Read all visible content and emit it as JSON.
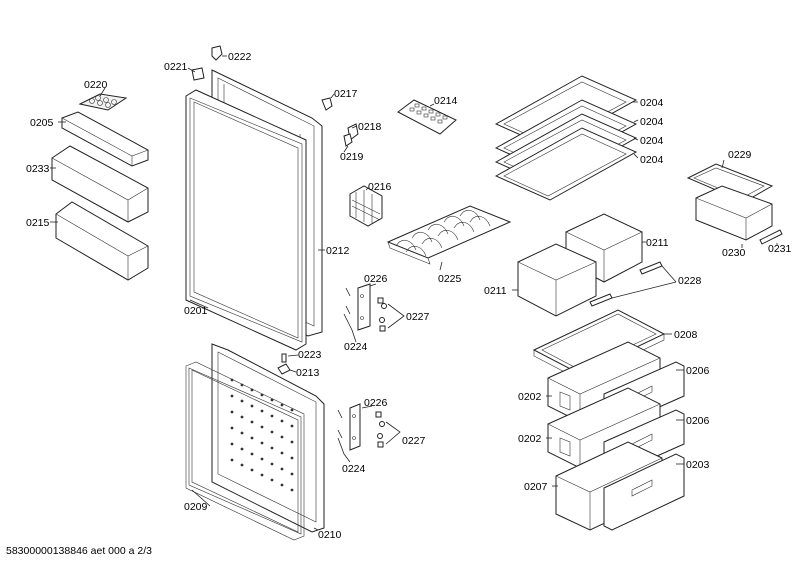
{
  "labels": {
    "l0220": "0220",
    "l0205": "0205",
    "l0233": "0233",
    "l0215": "0215",
    "l0221": "0221",
    "l0222": "0222",
    "l0217": "0217",
    "l0218": "0218",
    "l0219": "0219",
    "l0216": "0216",
    "l0212": "0212",
    "l0201": "0201",
    "l0214": "0214",
    "l0225": "0225",
    "l0226a": "0226",
    "l0227a": "0227",
    "l0224a": "0224",
    "l0223": "0223",
    "l0213": "0213",
    "l0226b": "0226",
    "l0227b": "0227",
    "l0224b": "0224",
    "l0209": "0209",
    "l0210": "0210",
    "l0204a": "0204",
    "l0204b": "0204",
    "l0204c": "0204",
    "l0204d": "0204",
    "l0229": "0229",
    "l0230": "0230",
    "l0231": "0231",
    "l0211a": "0211",
    "l0211b": "0211",
    "l0228": "0228",
    "l0208": "0208",
    "l0206a": "0206",
    "l0206b": "0206",
    "l0202a": "0202",
    "l0202b": "0202",
    "l0203": "0203",
    "l0207": "0207"
  },
  "footer": "58300000138846 aet 000 a 2/3"
}
